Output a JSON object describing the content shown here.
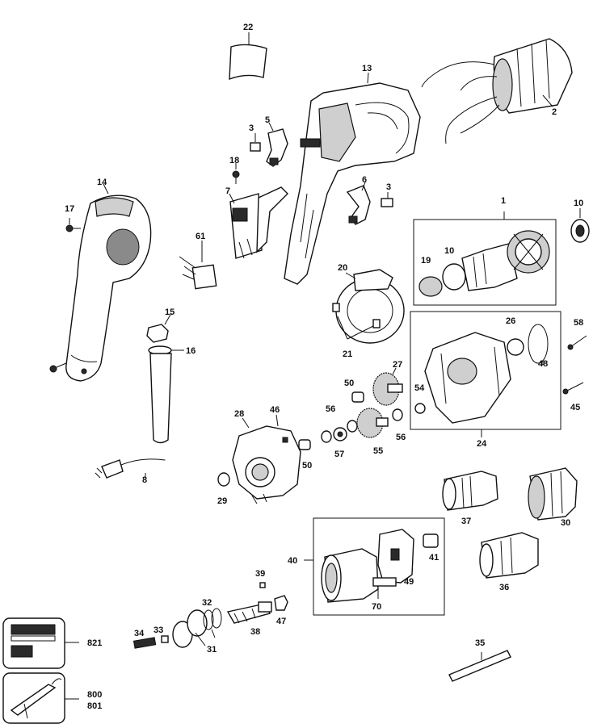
{
  "labels": {
    "p1": "1",
    "p2": "2",
    "p3a": "3",
    "p3b": "3",
    "p5": "5",
    "p6": "6",
    "p7": "7",
    "p8": "8",
    "p10a": "10",
    "p10b": "10",
    "p13": "13",
    "p14": "14",
    "p15": "15",
    "p16": "16",
    "p17": "17",
    "p18": "18",
    "p19": "19",
    "p20": "20",
    "p21": "21",
    "p22": "22",
    "p24": "24",
    "p26": "26",
    "p27": "27",
    "p28": "28",
    "p29": "29",
    "p30": "30",
    "p31": "31",
    "p32": "32",
    "p33": "33",
    "p34": "34",
    "p35": "35",
    "p36": "36",
    "p37": "37",
    "p38": "38",
    "p39": "39",
    "p40": "40",
    "p41": "41",
    "p45": "45",
    "p46": "46",
    "p47": "47",
    "p48": "48",
    "p49": "49",
    "p50a": "50",
    "p50b": "50",
    "p54": "54",
    "p55": "55",
    "p56a": "56",
    "p56b": "56",
    "p57": "57",
    "p58": "58",
    "p61": "61",
    "p70": "70",
    "p800": "800",
    "p801": "801",
    "p821": "821"
  }
}
